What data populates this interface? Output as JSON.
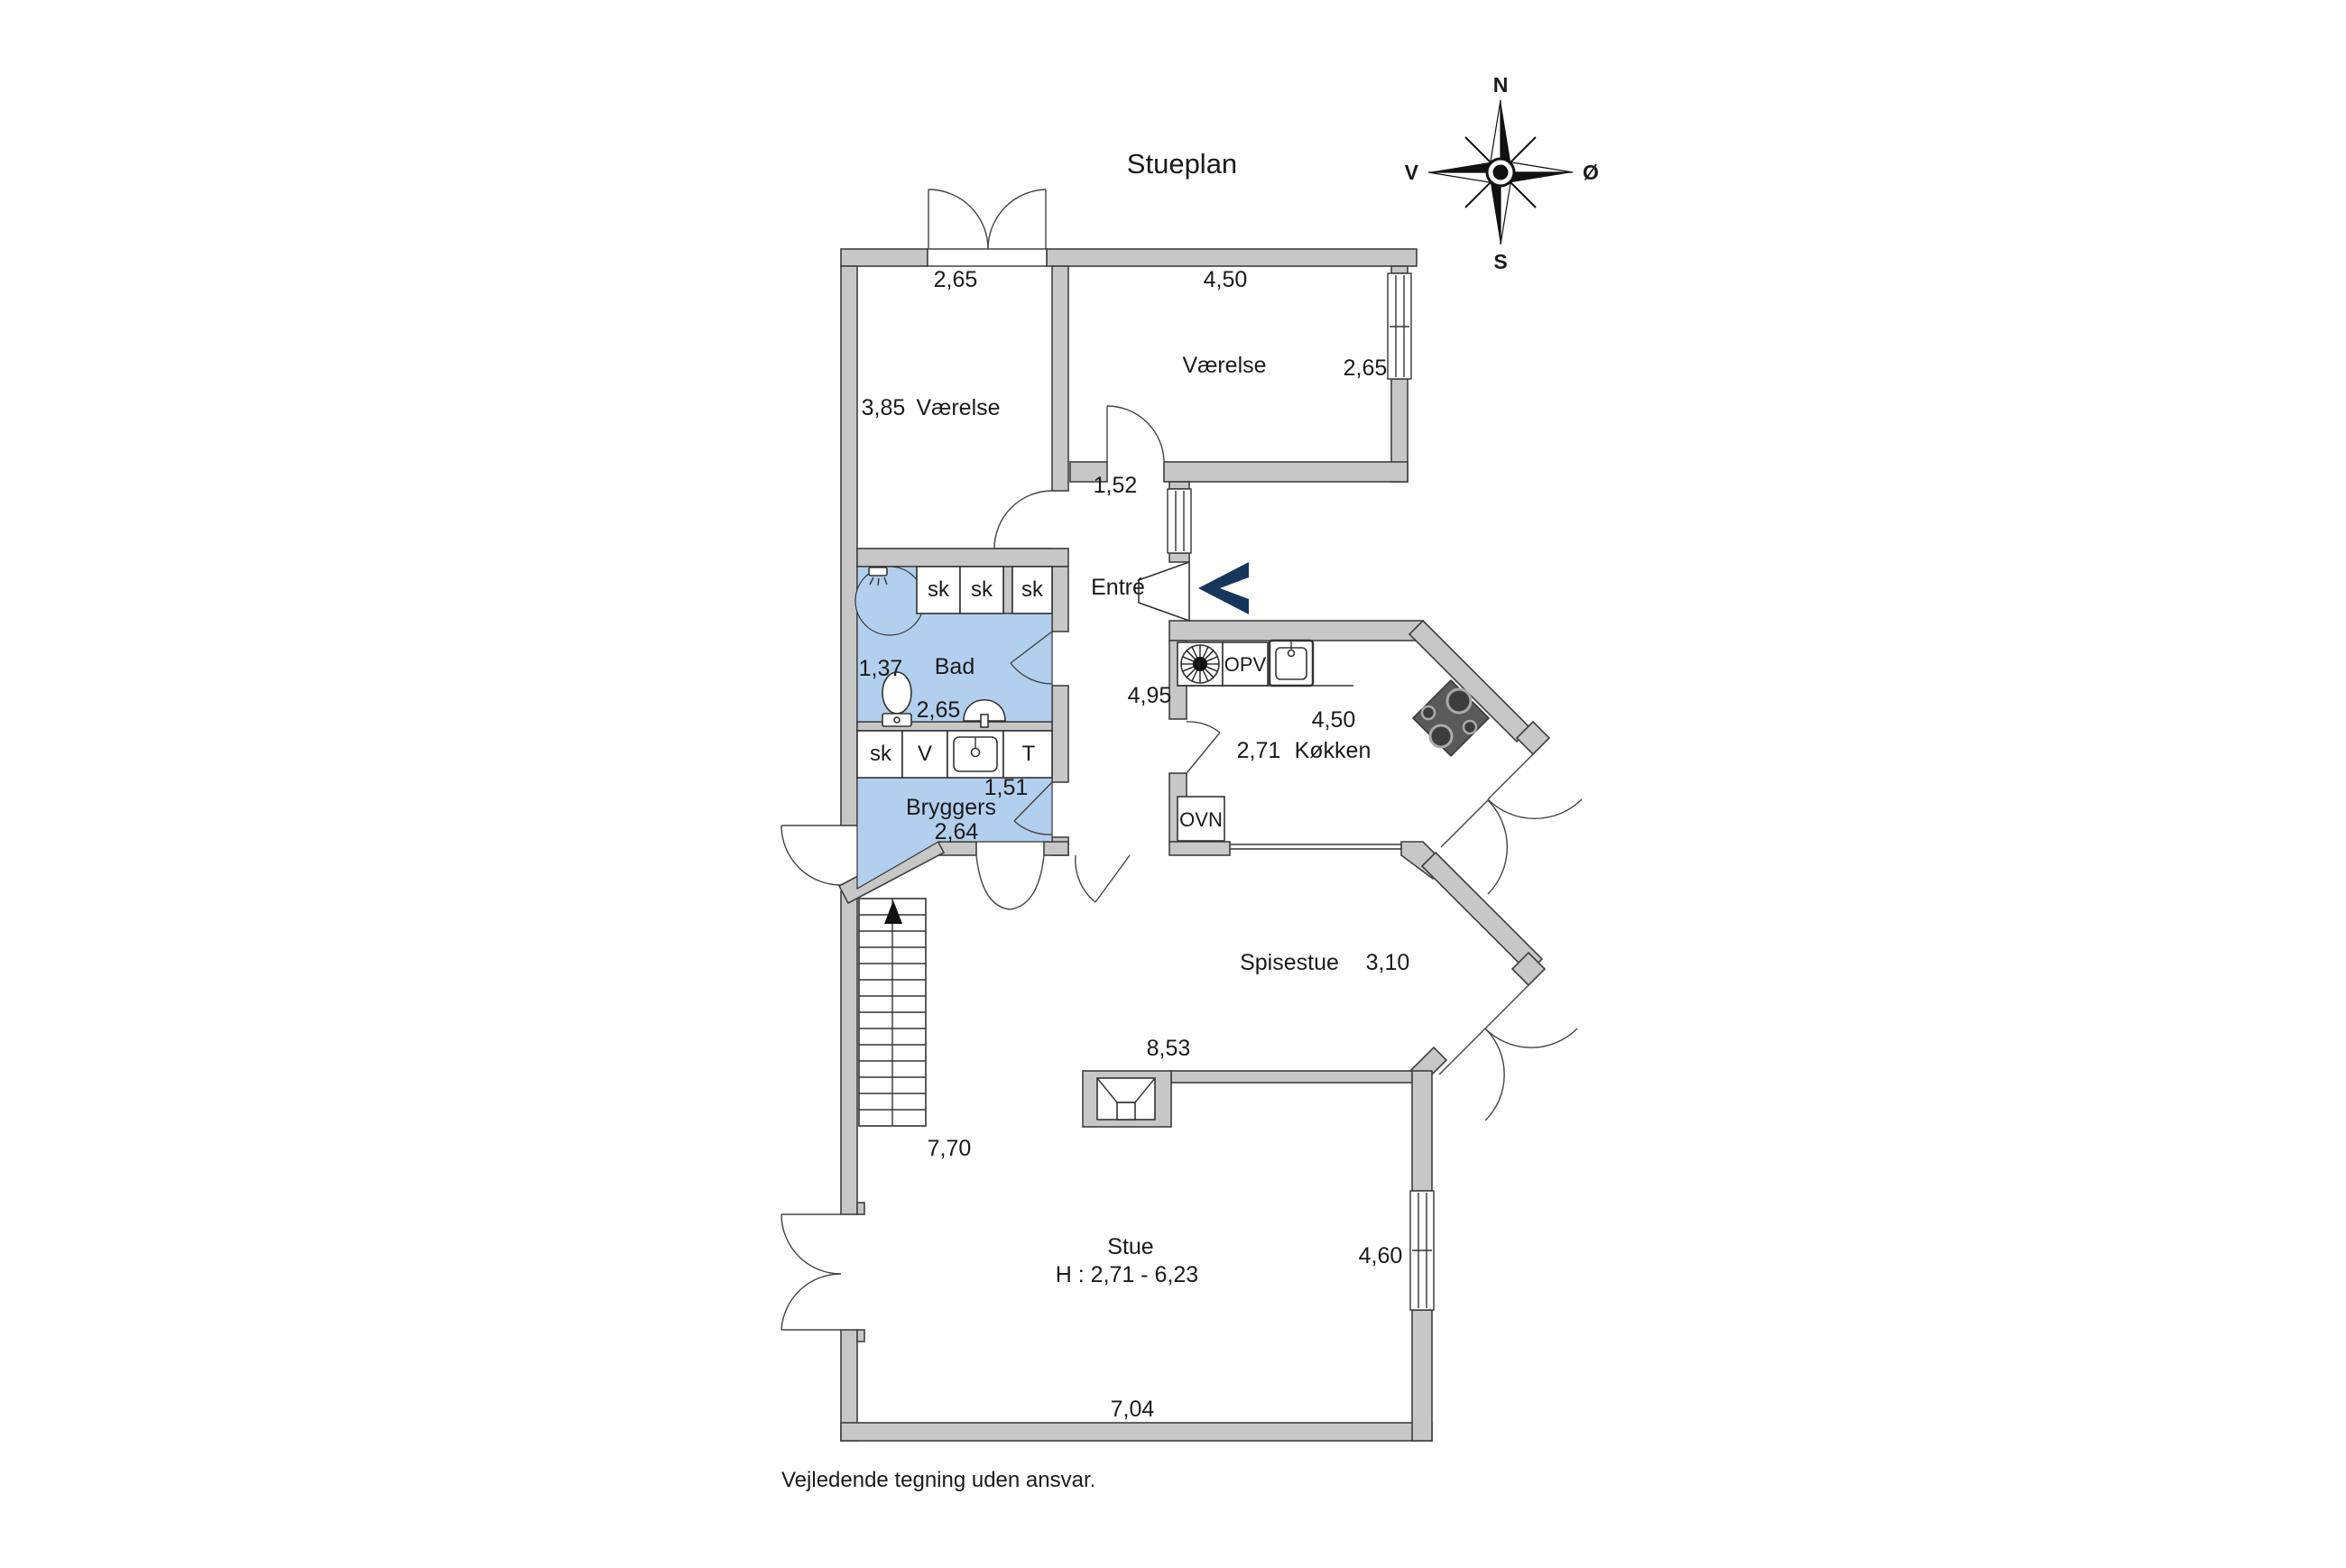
{
  "title": "Stueplan",
  "footer": "Vejledende tegning uden ansvar.",
  "compass": {
    "north": "N",
    "south": "S",
    "west": "V",
    "east": "Ø"
  },
  "rooms": {
    "vaerelse_left": {
      "name": "Værelse",
      "dim_top": "2,65",
      "dim_side": "3,85"
    },
    "vaerelse_right": {
      "name": "Værelse",
      "dim_top": "4,50",
      "dim_side": "2,65"
    },
    "corridor": {
      "dim": "1,52"
    },
    "entre": {
      "name": "Entré",
      "dim_wall": "4,95"
    },
    "bad": {
      "name": "Bad",
      "dim_side": "1,37",
      "dim_bottom": "2,65"
    },
    "bryggers": {
      "name": "Bryggers",
      "dim": "2,64",
      "dim_door": "1,51"
    },
    "koekken": {
      "name": "Køkken",
      "dim_top": "4,50",
      "dim_side": "2,71"
    },
    "spisestue": {
      "name": "Spisestue",
      "dim": "3,10"
    },
    "stue": {
      "name": "Stue",
      "ceiling_height": "H : 2,71 - 6,23",
      "dim_top": "8,53",
      "dim_left": "7,70",
      "dim_window": "4,60",
      "dim_bottom": "7,04"
    }
  },
  "fixtures": {
    "closet": "sk",
    "washer": "V",
    "dryer": "T",
    "dishwasher": "OPV",
    "oven": "OVN"
  },
  "colors": {
    "wall_fill": "#c7c7c7",
    "wet_room_fill": "#b3cfee",
    "nav_arrow": "#16365c"
  }
}
